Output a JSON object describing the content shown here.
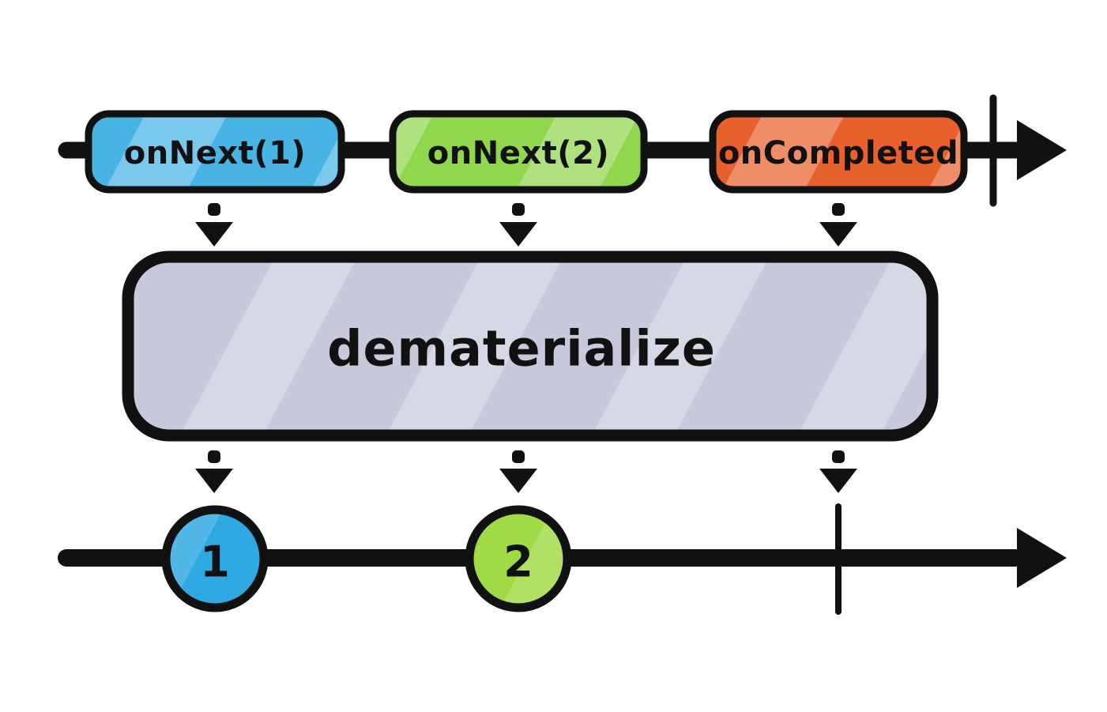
{
  "diagram": {
    "operator": {
      "label": "dematerialize",
      "fill": "#c8c9db"
    },
    "source_stream": {
      "events": [
        {
          "type": "notification",
          "label": "onNext(1)",
          "color": "#47b4e4"
        },
        {
          "type": "notification",
          "label": "onNext(2)",
          "color": "#90d74d"
        },
        {
          "type": "notification",
          "label": "onCompleted",
          "color": "#e8612c"
        }
      ],
      "terminated": true
    },
    "output_stream": {
      "marbles": [
        {
          "label": "1",
          "color": "#2fa9e1"
        },
        {
          "label": "2",
          "color": "#a0da45"
        }
      ],
      "terminated": true
    },
    "ink_color": "#111111",
    "background": "#ffffff"
  }
}
